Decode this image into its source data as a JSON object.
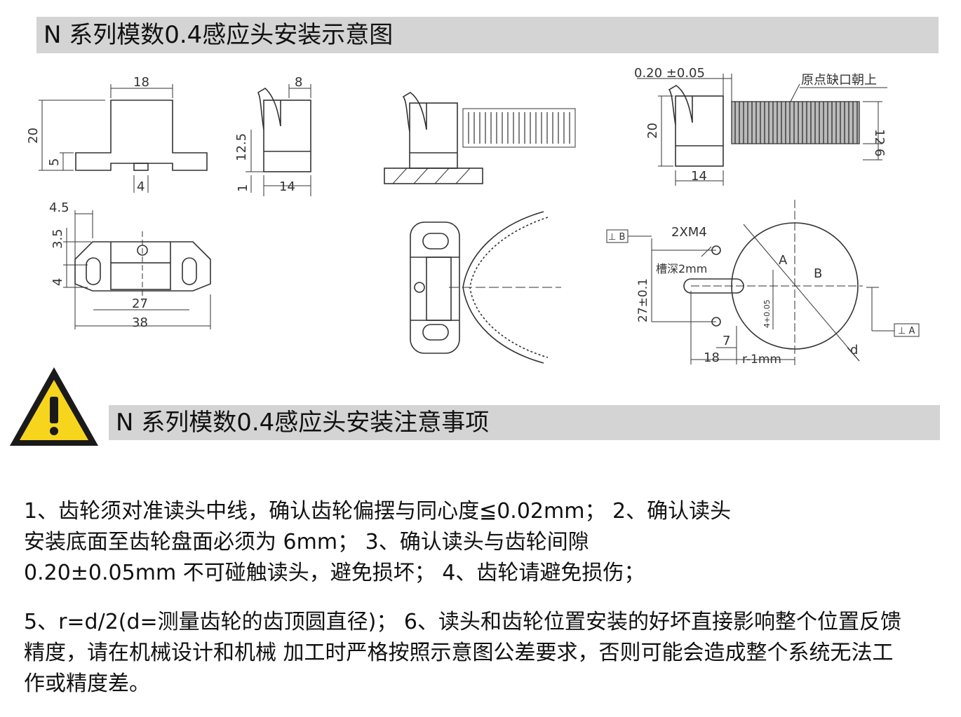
{
  "title": "N 系列模数0.4感应头安装示意图",
  "caution_title": "N 系列模数0.4感应头安装注意事项",
  "drawing_labels": {
    "dim_18": "18",
    "dim_20": "20",
    "dim_5": "5",
    "dim_4": "4",
    "dim_8": "8",
    "dim_12_5": "12.5",
    "dim_1": "1",
    "dim_14": "14",
    "gap": "0.20 ±0.05",
    "origin_notch": "原点缺口朝上",
    "dim_12": "12",
    "dim_6": "6",
    "dim_4_5": "4.5",
    "dim_3_5": "3.5",
    "dim_27": "27",
    "dim_38": "38",
    "datum_b": "⊥ B",
    "screws": "2XM4",
    "groove": "槽深2mm",
    "dim_27_tol": "27±0.1",
    "dim_4_tol": "4+0.05",
    "label_a": "A",
    "label_b": "B",
    "dim_7": "7",
    "dim_r": "r-1mm",
    "label_d": "d",
    "datum_a": "⊥ A"
  },
  "notes": [
    "1、齿轮须对准读头中线，确认齿轮偏摆与同心度≦0.02mm； 2、确认读头安装底面至齿轮盘面必须为 6mm； 3、确认读头与齿轮间隙 0.20±0.05mm 不可碰触读头，避免损坏； 4、齿轮请避免损伤；",
    "5、r=d/2(d=测量齿轮的齿顶圆直径)； 6、读头和齿轮位置安装的好坏直接影响整个位置反馈精度，请在机械设计和机械 加工时严格按照示意图公差要求，否则可能会造成整个系统无法工作或精度差。"
  ],
  "colors": {
    "banner": "#d4d4d4",
    "warning_fill": "#f7d51d",
    "line": "#333333"
  }
}
